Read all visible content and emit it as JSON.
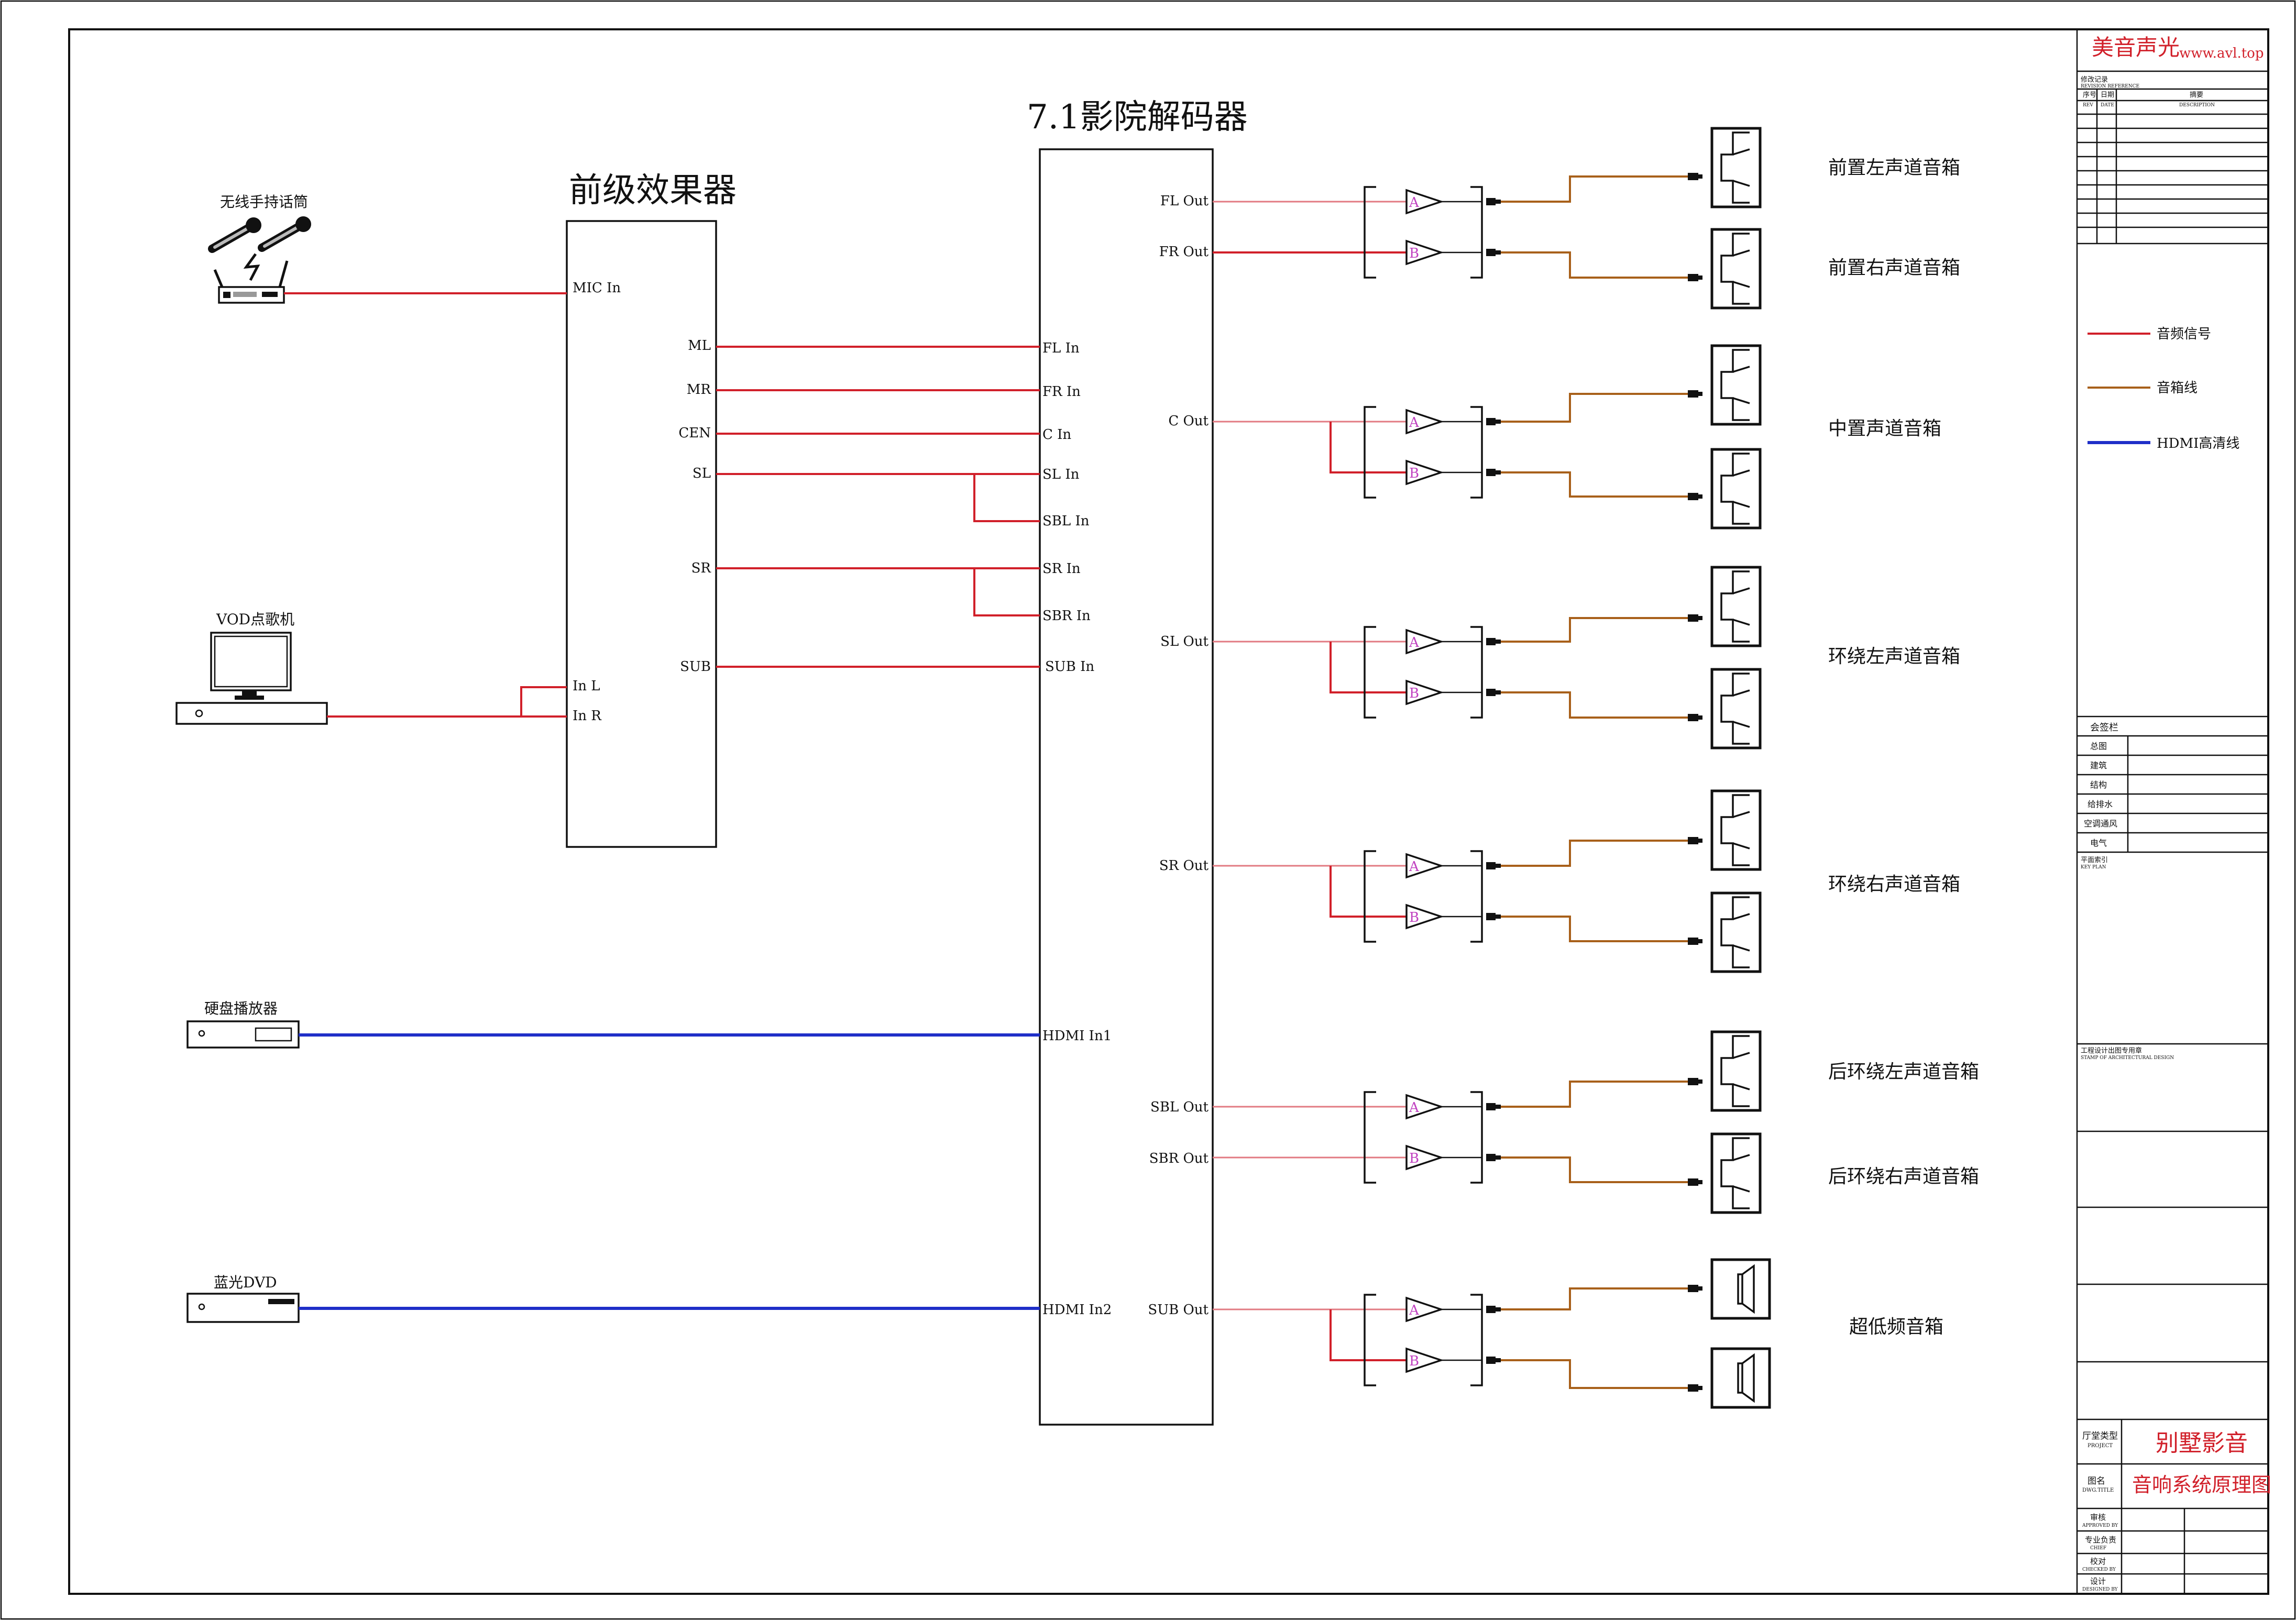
{
  "decoder": {
    "title": "7.1影院解码器",
    "inputs": [
      "FL In",
      "FR In",
      "C In",
      "SL In",
      "SBL In",
      "SR In",
      "SBR In",
      "SUB In",
      "HDMI In1",
      "HDMI In2"
    ],
    "outputs": [
      "FL Out",
      "FR Out",
      "C Out",
      "SL Out",
      "SR Out",
      "SBL Out",
      "SBR Out",
      "SUB Out"
    ]
  },
  "preamp": {
    "title": "前级效果器",
    "inputs": [
      "MIC In",
      "In L",
      "In R"
    ],
    "outputs": [
      "ML",
      "MR",
      "CEN",
      "SL",
      "SR",
      "SUB"
    ]
  },
  "sources": {
    "mic": "无线手持话筒",
    "vod": "VOD点歌机",
    "hdd": "硬盘播放器",
    "bluray": "蓝光DVD"
  },
  "amp_channels": [
    "A",
    "B"
  ],
  "speakers": [
    "前置左声道音箱",
    "前置右声道音箱",
    "中置声道音箱",
    "环绕左声道音箱",
    "环绕右声道音箱",
    "后环绕左声道音箱",
    "后环绕右声道音箱",
    "超低频音箱"
  ],
  "legend": [
    {
      "label": "音频信号",
      "color": "#d1202a"
    },
    {
      "label": "音箱线",
      "color": "#a8601a"
    },
    {
      "label": "HDMI高清线",
      "color": "#1f2fc8"
    }
  ],
  "title_block": {
    "brand": "美音声光",
    "website": "www.avl.top",
    "revision_title": "修改记录",
    "revision_title_en": "REVISION REFERENCE",
    "rev_headers": [
      "序号",
      "日期",
      "摘要"
    ],
    "rev_headers_en": [
      "REV",
      "DATE",
      "DESCRIPTION"
    ],
    "signoff_title": "会签栏",
    "disciplines": [
      "总图",
      "建筑",
      "结构",
      "给排水",
      "空调通风",
      "电气"
    ],
    "key_plan": "平面索引",
    "key_plan_en": "KEY PLAN",
    "stamp": "工程设计出图专用章",
    "stamp_en": "STAMP OF ARCHITECTURAL DESIGN",
    "project_label": "厅堂类型",
    "project_label_en": "PROJECT",
    "project": "别墅影音",
    "drawing_label": "图名",
    "drawing_label_en": "DWG.TITLE",
    "drawing_title": "音响系统原理图",
    "approvals": [
      {
        "cn": "审核",
        "en": "APPROVED BY"
      },
      {
        "cn": "专业负责",
        "en": "CHIEF"
      },
      {
        "cn": "校对",
        "en": "CHECKED BY"
      },
      {
        "cn": "设计",
        "en": "DESIGNED BY"
      }
    ]
  }
}
